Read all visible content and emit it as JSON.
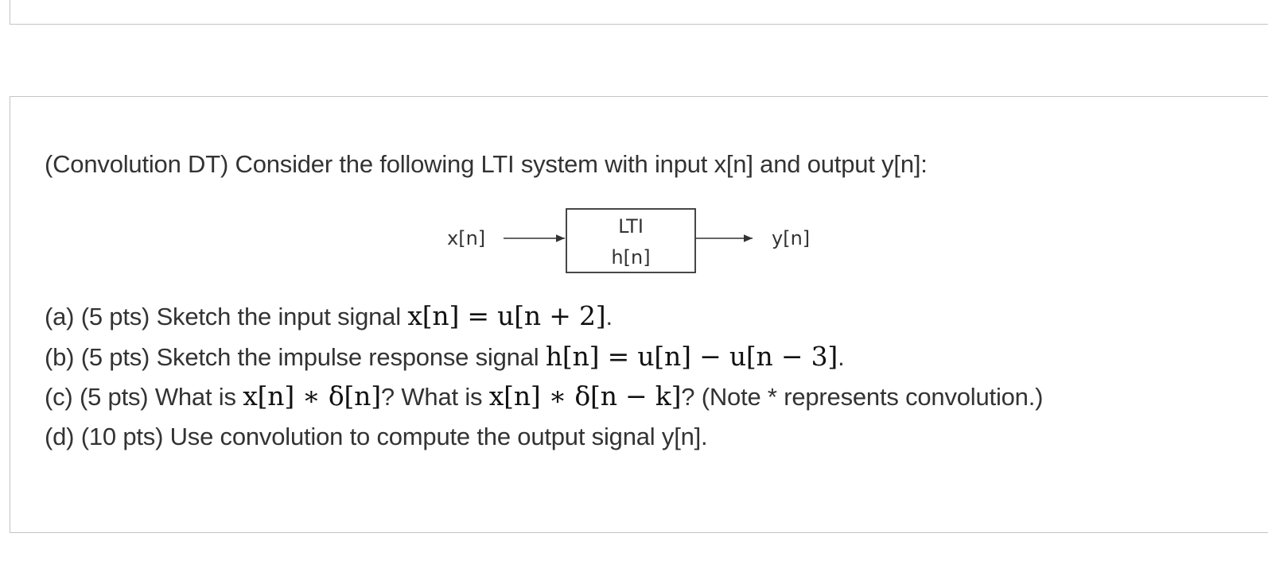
{
  "problem": {
    "intro": "(Convolution DT) Consider the following LTI system with input x[n] and output y[n]:",
    "diagram": {
      "input_label": "x[n]",
      "box_line1": "LTI",
      "box_line2": "h[n]",
      "output_label": "y[n]"
    },
    "parts": {
      "a": {
        "prefix": "(a) (5 pts) Sketch the input signal ",
        "math": "x[n] = u[n + 2]",
        "suffix": "."
      },
      "b": {
        "prefix": "(b) (5 pts) Sketch the impulse response signal ",
        "math": "h[n] = u[n] − u[n − 3]",
        "suffix": "."
      },
      "c": {
        "prefix": "(c) (5 pts) What is ",
        "math1": "x[n] ∗ δ[n]",
        "middle": "? What is ",
        "math2": "x[n] ∗ δ[n − k]",
        "suffix": "? (Note * represents convolution.)"
      },
      "d": {
        "text": "(d) (10 pts) Use convolution to compute the output signal y[n]."
      }
    }
  },
  "colors": {
    "border": "#c4c4c4",
    "text": "#333333"
  }
}
